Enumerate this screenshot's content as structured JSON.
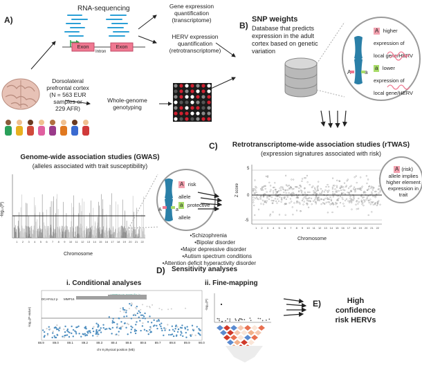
{
  "colors": {
    "exon": "#f07891",
    "chrom": "#2a7fa7",
    "highlight_red": "#f2a0ae",
    "highlight_green": "#a9dc6a",
    "manhattan": "#9a9a9a",
    "locus_blue": "#4f8fc0"
  },
  "panel_a": {
    "label": "A)",
    "rnaseq": "RNA-sequencing",
    "exon1": "Exon",
    "intron": "Intron",
    "exon2": "Exon",
    "gene_expr": "Gene expression\nquantification\n(transcriptome)",
    "herv_expr": "HERV expression\nquantification\n(retrotranscriptome)",
    "cortex": "Dorsolateral\nprefrontal cortex\n(N = 563 EUR\nsamples or\n229 AFR)",
    "wgs": "Whole-genome\ngenotyping"
  },
  "panel_b": {
    "label": "B)",
    "title": "SNP weights",
    "desc": "Database that predicts\nexpression in the adult\ncortex based on genetic\nvariation",
    "allele_A": "A",
    "higher": "higher\nexpression of\nlocal gene/HERV",
    "allele_a": "a",
    "lower": "lower\nexpression of\nlocal gene/HERV",
    "chrom_A": "A",
    "chrom_a": "a"
  },
  "panel_c": {
    "label": "C)",
    "title": "Retrotranscriptome-wide association studies (rTWAS)",
    "subtitle": "(expression signatures associated with risk)",
    "ylabel": "Z score",
    "xlabel": "Chromosome",
    "y_ticks": [
      "5",
      "0",
      "-5"
    ],
    "risk_A": "A",
    "risk_text": " (risk)\nallele  implies\nhigher element\nexpression in\ntrait"
  },
  "gwas": {
    "title": "Genome-wide association studies (GWAS)",
    "subtitle": "(alleles associated with trait susceptibility)",
    "ylabel": "-log₁₀(P)",
    "xlabel": "Chromosome",
    "risk_A": "A",
    "risk": "risk\nallele",
    "prot_a": "a",
    "protective": "protective\nallele",
    "chrom_A": "A",
    "chrom_a": "a",
    "disorders": [
      "Schizophrenia",
      "Bipolar disorder",
      "Major depressive disorder",
      "Autism spectrum conditions",
      "Attention deficit hyperactivity disorder"
    ]
  },
  "chromosomes": [
    "1",
    "2",
    "3",
    "4",
    "5",
    "6",
    "7",
    "8",
    "9",
    "10",
    "11",
    "12",
    "13",
    "14",
    "15",
    "16",
    "17",
    "18",
    "19",
    "20",
    "21",
    "22"
  ],
  "panel_d": {
    "label": "D)",
    "title": "Sensitivity analyses",
    "cond_title": "i. Conditional analyses",
    "fine_title": "ii. Fine-mapping",
    "gene1": "DCAF4L2 p",
    "gene2": "MMP16",
    "herv": "HERVH-8_8q21 fig-ie",
    "ylabel": "-log₁₀(P-value)",
    "xlabel": "chr 8 physical position (Mb)",
    "x_ticks": [
      "88.9",
      "89.0",
      "89.1",
      "89.2",
      "89.3",
      "89.4",
      "89.5",
      "89.6",
      "89.7",
      "89.8",
      "89.9",
      "90.0"
    ],
    "fine_ylabel": "-log₁₀(P)"
  },
  "panel_e": {
    "label": "E)",
    "text": "High\nconfidence\nrisk HERVs"
  }
}
